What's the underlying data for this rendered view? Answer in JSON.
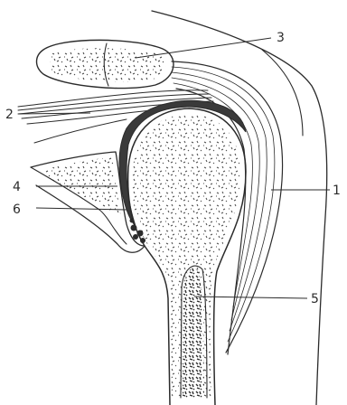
{
  "figure": {
    "callouts": [
      {
        "id": "1",
        "label": "1"
      },
      {
        "id": "2",
        "label": "2"
      },
      {
        "id": "3",
        "label": "3"
      },
      {
        "id": "4",
        "label": "4"
      },
      {
        "id": "5",
        "label": "5"
      },
      {
        "id": "6",
        "label": "6"
      }
    ],
    "colors": {
      "ink": "#2b2b2b",
      "background": "#ffffff"
    }
  }
}
